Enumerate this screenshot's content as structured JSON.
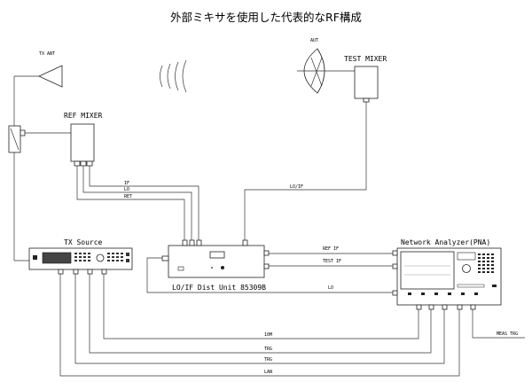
{
  "title": "外部ミキサを使用した代表的なRF構成",
  "labels": {
    "tx_ant": "TX ANT",
    "aut": "AUT",
    "test_mixer": "TEST MIXER",
    "ref_mixer": "REF MIXER",
    "tx_source": "TX Source",
    "network_analyzer": "Network Analyzer(PNA)",
    "lo_if_dist_unit": "LO/IF Dist Unit 85309B"
  },
  "signals": {
    "ref_if_ch": "IF",
    "ref_lo_ch": "LO",
    "ref_ret_ch": "RET",
    "test_lo_if": "LO/IF",
    "ref_if": "REF IF",
    "test_if": "TEST IF",
    "lo": "LO",
    "tenmhz": "10M",
    "trg1": "TRG",
    "trg2": "TRG",
    "lan": "LAN",
    "meas_trg": "MEAS TRG"
  }
}
